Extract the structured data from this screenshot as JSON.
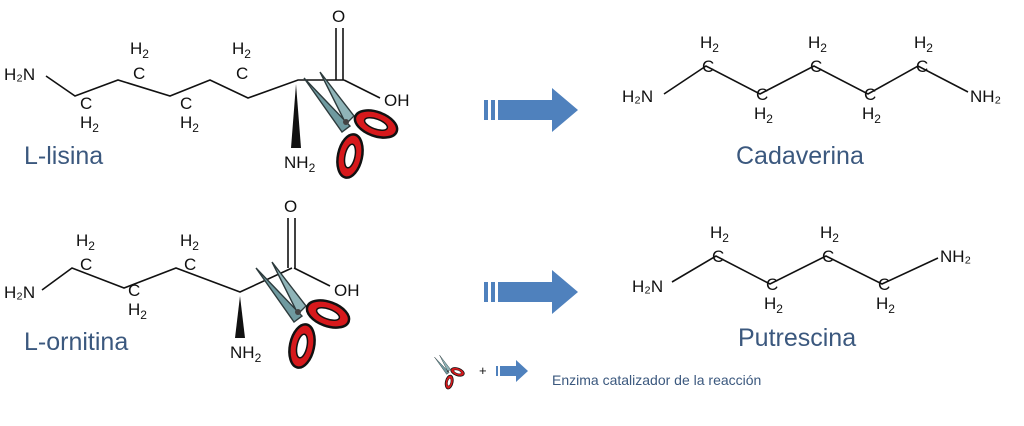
{
  "atoms": {
    "h2n": "H₂N",
    "nh2": "NH₂",
    "ch2_h": "H",
    "ch2_c": "C",
    "ch2_sub": "2",
    "o": "O",
    "oh": "OH",
    "n_sub": "2"
  },
  "reactions": [
    {
      "substrate": "L-lisina",
      "product": "Cadaverina"
    },
    {
      "substrate": "L-ornitina",
      "product": "Putrescina"
    }
  ],
  "legend": {
    "plus": "+",
    "text": "Enzima catalizador de la reacción"
  },
  "icons": {
    "enzyme": "scissors-icon",
    "reaction": "arrow-right-icon"
  },
  "colors": {
    "label": "#3b587e",
    "arrow": "#4f81bd",
    "scissors_handle": "#d7191c",
    "scissors_blade": "#6f9aa0"
  }
}
